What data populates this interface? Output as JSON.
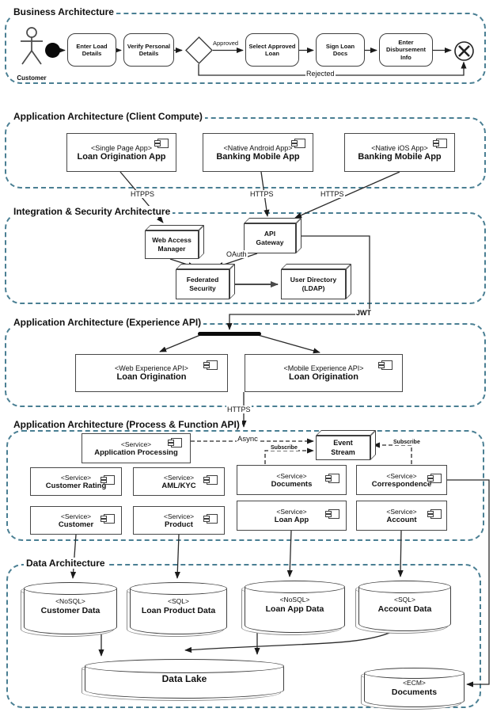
{
  "business": {
    "title": "Business Architecture",
    "actor": "Customer",
    "tasks": [
      "Enter Load Details",
      "Verify Personal Details",
      "Select Approved Loan",
      "Sign Loan Docs",
      "Enter Disbursement Info"
    ],
    "gateway_labels": {
      "approved": "Approved",
      "rejected": "Rejected"
    }
  },
  "client": {
    "title": "Application Architecture (Client Compute)",
    "components": [
      {
        "stereotype": "<Single Page App>",
        "name": "Loan Origination App"
      },
      {
        "stereotype": "<Native Android App>",
        "name": "Banking Mobile App"
      },
      {
        "stereotype": "<Native iOS App>",
        "name": "Banking Mobile App"
      }
    ],
    "links": {
      "web": "HTPPS",
      "android": "HTTPS",
      "ios": "HTTPS"
    }
  },
  "integration": {
    "title": "Integration & Security Architecture",
    "nodes": {
      "wam": "Web Access Manager",
      "gateway": "API Gateway",
      "federated": "Federated Security",
      "ldap": "User Directory (LDAP)"
    },
    "links": {
      "oauth": "OAuth",
      "jwt": "JWT"
    }
  },
  "experience": {
    "title": "Application Architecture (Experience API)",
    "components": [
      {
        "stereotype": "<Web Experience API>",
        "name": "Loan Origination"
      },
      {
        "stereotype": "<Mobile Experience API>",
        "name": "Loan Origination"
      }
    ],
    "links": {
      "https": "HTTPS"
    }
  },
  "process": {
    "title": "Application Architecture (Process & Function API)",
    "components": [
      {
        "stereotype": "<Service>",
        "name": "Application Processing"
      },
      {
        "stereotype": "<Service>",
        "name": "Customer Rating"
      },
      {
        "stereotype": "<Service>",
        "name": "AML/KYC"
      },
      {
        "stereotype": "<Service>",
        "name": "Documents"
      },
      {
        "stereotype": "<Service>",
        "name": "Correspondence"
      },
      {
        "stereotype": "<Service>",
        "name": "Customer"
      },
      {
        "stereotype": "<Service>",
        "name": "Product"
      },
      {
        "stereotype": "<Service>",
        "name": "Loan App"
      },
      {
        "stereotype": "<Service>",
        "name": "Account"
      }
    ],
    "event_stream": "Event Stream",
    "links": {
      "async": "Async",
      "subscribe_documents": "Subscribe",
      "subscribe_correspondence": "Subscribe"
    }
  },
  "data": {
    "title": "Data Architecture",
    "stores": [
      {
        "stereotype": "<NoSQL>",
        "name": "Customer Data"
      },
      {
        "stereotype": "<SQL>",
        "name": "Loan Product Data"
      },
      {
        "stereotype": "<NoSQL>",
        "name": "Loan App Data"
      },
      {
        "stereotype": "<SQL>",
        "name": "Account Data"
      },
      {
        "stereotype": "<ECM>",
        "name": "Documents"
      }
    ],
    "lake": "Data Lake"
  },
  "colors": {
    "frame": "#4a7f93",
    "line": "#1a1a1a"
  }
}
